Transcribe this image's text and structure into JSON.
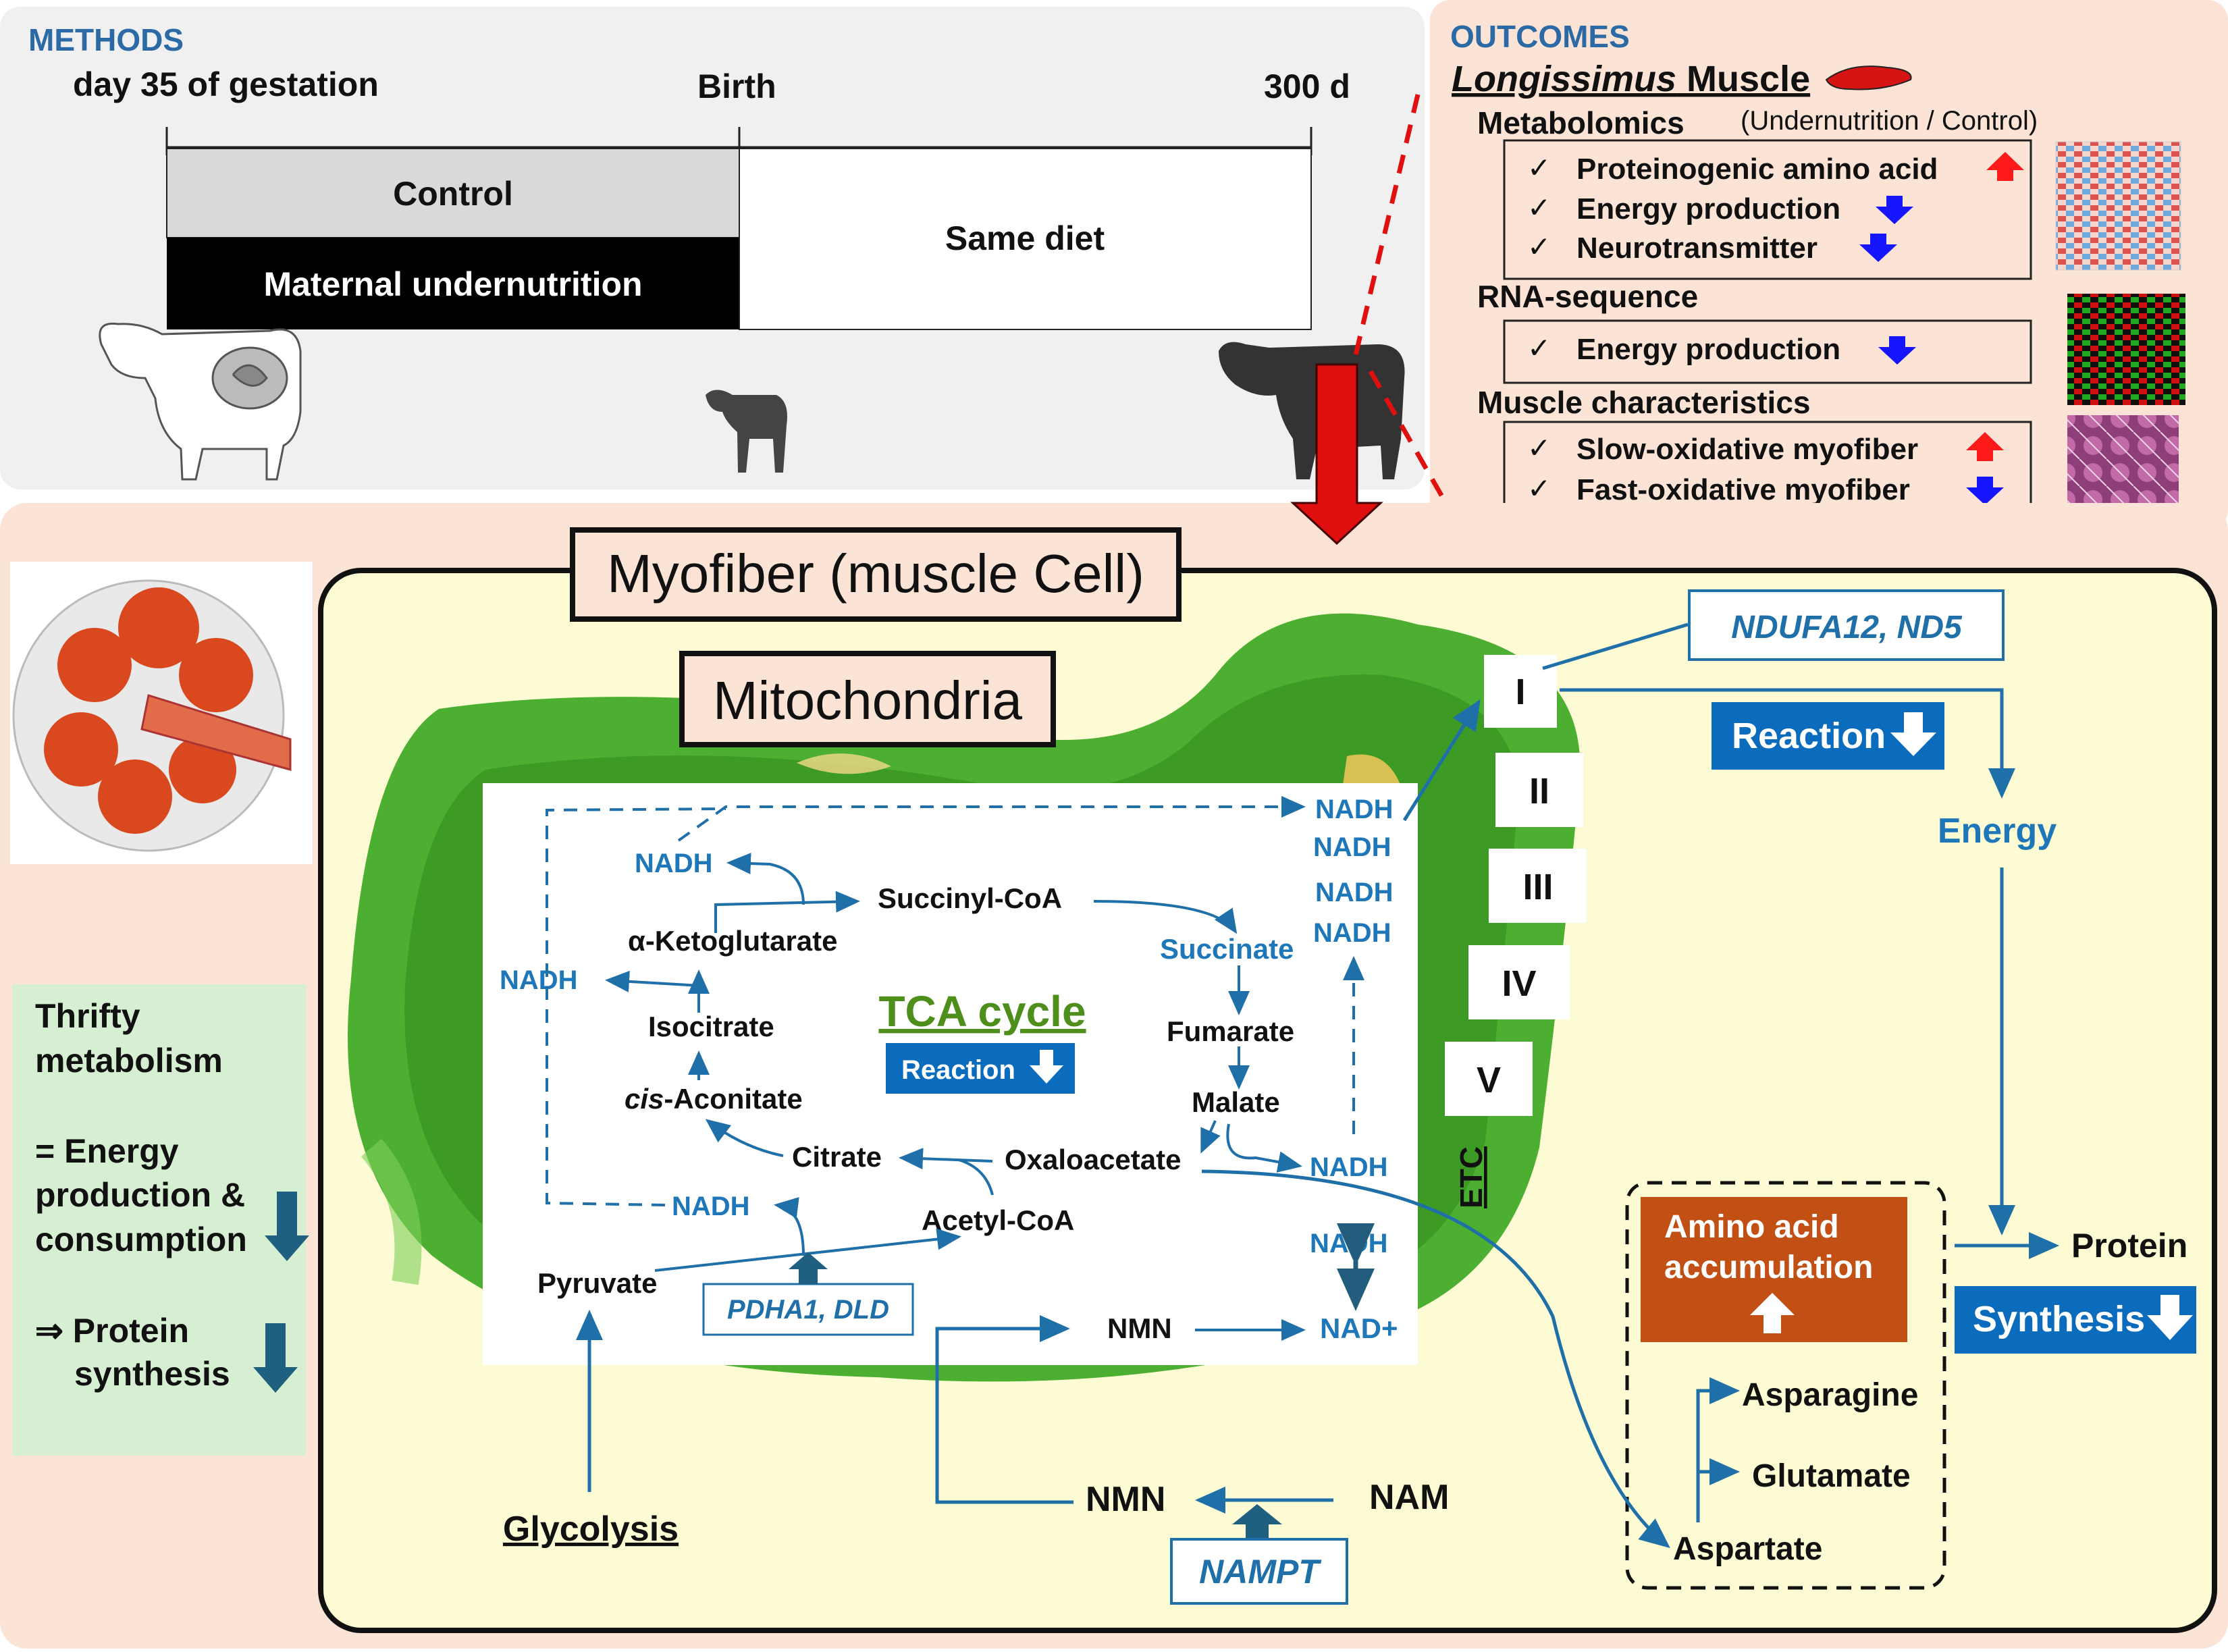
{
  "methods": {
    "title": "METHODS",
    "timeline": {
      "start": "day 35 of gestation",
      "birth": "Birth",
      "end": "300 d"
    },
    "control": "Control",
    "undernutrition": "Maternal undernutrition",
    "same_diet": "Same diet"
  },
  "outcomes": {
    "title": "OUTCOMES",
    "muscle_italic": "Longissimus",
    "muscle_rest": " Muscle",
    "metabolomics": "Metabolomics",
    "ratio_note": "(Undernutrition / Control)",
    "metabolomics_items": [
      "Proteinogenic amino acid",
      "Energy production",
      "Neurotransmitter"
    ],
    "rnaseq": "RNA-sequence",
    "rnaseq_items": [
      "Energy production"
    ],
    "muscle_char": "Muscle characteristics",
    "muscle_char_items": [
      "Slow-oxidative myofiber",
      "Fast-oxidative myofiber"
    ],
    "check": "✓"
  },
  "cell": {
    "myofiber": "Myofiber (muscle Cell)",
    "mitochondria": "Mitochondria",
    "tca_title": "TCA cycle",
    "reaction": "Reaction",
    "metabolites": {
      "succinyl_coa": "Succinyl-CoA",
      "akg": "α-Ketoglutarate",
      "isocitrate": "Isocitrate",
      "cis_prefix": "cis",
      "cis_rest": "-Aconitate",
      "citrate": "Citrate",
      "oxaloacetate": "Oxaloacetate",
      "acetyl_coa": "Acetyl-CoA",
      "pyruvate": "Pyruvate",
      "succinate": "Succinate",
      "fumarate": "Fumarate",
      "malate": "Malate",
      "nmn_inner": "NMN",
      "nad": "NAD+",
      "glycolysis": "Glycolysis",
      "nmn_outer": "NMN",
      "nam": "NAM",
      "aspartate": "Aspartate",
      "asparagine": "Asparagine",
      "glutamate": "Glutamate"
    },
    "nadh": "NADH",
    "genes": {
      "pdh": "PDHA1, DLD",
      "nampt": "NAMPT",
      "ndufa": "NDUFA12, ND5"
    },
    "complexes": [
      "I",
      "II",
      "III",
      "IV",
      "V"
    ],
    "etc": "ETC",
    "energy": "Energy",
    "protein": "Protein",
    "synthesis": "Synthesis",
    "amino_acid_box": [
      "Amino acid",
      "accumulation"
    ]
  },
  "thrifty": {
    "line1": "Thrifty",
    "line2": "metabolism",
    "line3": "= Energy",
    "line4": "production &",
    "line5": "consumption",
    "line6": "⇒ Protein",
    "line7": "synthesis"
  },
  "colors": {
    "panel_gray": "#f0f0f0",
    "panel_peach": "#fbe3d6",
    "cell_yellow": "#fdfbd3",
    "mito_green": "#4caf32",
    "accent_blue": "#1f6fa8",
    "label_blue": "#1d77b8",
    "box_blue": "#0b6bbd",
    "tca_green": "#4e8f1c",
    "down_blue": "#1f5f80",
    "amino_orange": "#c24f14",
    "up_red": "#ff1a1a",
    "down_arrow_blue": "#1515ff",
    "thrifty_green": "#d6efd2"
  }
}
